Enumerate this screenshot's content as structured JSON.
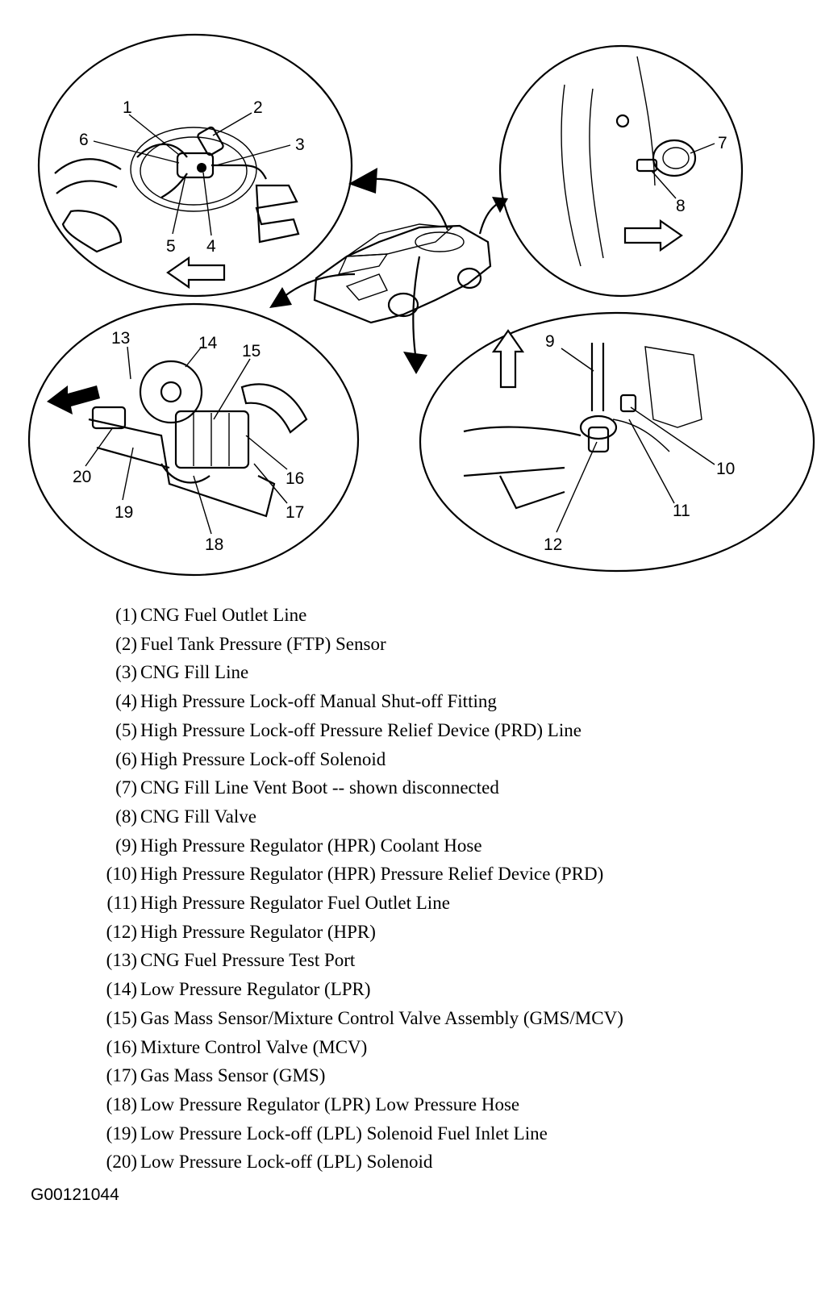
{
  "callouts": [
    "1",
    "2",
    "3",
    "4",
    "5",
    "6",
    "7",
    "8",
    "9",
    "10",
    "11",
    "12",
    "13",
    "14",
    "15",
    "16",
    "17",
    "18",
    "19",
    "20"
  ],
  "legend": [
    {
      "num": "(1)",
      "text": "CNG Fuel Outlet Line"
    },
    {
      "num": "(2)",
      "text": "Fuel Tank Pressure (FTP) Sensor"
    },
    {
      "num": "(3)",
      "text": "CNG Fill Line"
    },
    {
      "num": "(4)",
      "text": "High Pressure Lock-off Manual Shut-off Fitting"
    },
    {
      "num": "(5)",
      "text": "High Pressure Lock-off Pressure Relief Device (PRD) Line"
    },
    {
      "num": "(6)",
      "text": "High Pressure Lock-off Solenoid"
    },
    {
      "num": "(7)",
      "text": "CNG Fill Line Vent Boot -- shown disconnected"
    },
    {
      "num": "(8)",
      "text": "CNG Fill Valve"
    },
    {
      "num": "(9)",
      "text": "High Pressure Regulator (HPR) Coolant Hose"
    },
    {
      "num": "(10)",
      "text": "High Pressure Regulator (HPR) Pressure Relief Device (PRD)"
    },
    {
      "num": "(11)",
      "text": "High Pressure Regulator Fuel Outlet Line"
    },
    {
      "num": "(12)",
      "text": "High Pressure Regulator (HPR)"
    },
    {
      "num": "(13)",
      "text": "CNG Fuel Pressure Test Port"
    },
    {
      "num": "(14)",
      "text": "Low Pressure Regulator (LPR)"
    },
    {
      "num": "(15)",
      "text": "Gas Mass Sensor/Mixture Control Valve Assembly (GMS/MCV)"
    },
    {
      "num": "(16)",
      "text": "Mixture Control Valve (MCV)"
    },
    {
      "num": "(17)",
      "text": "Gas Mass Sensor (GMS)"
    },
    {
      "num": "(18)",
      "text": "Low Pressure Regulator (LPR) Low Pressure Hose"
    },
    {
      "num": "(19)",
      "text": "Low Pressure Lock-off (LPL) Solenoid Fuel Inlet Line"
    },
    {
      "num": "(20)",
      "text": "Low Pressure Lock-off (LPL) Solenoid"
    }
  ],
  "figure_id": "G00121044"
}
